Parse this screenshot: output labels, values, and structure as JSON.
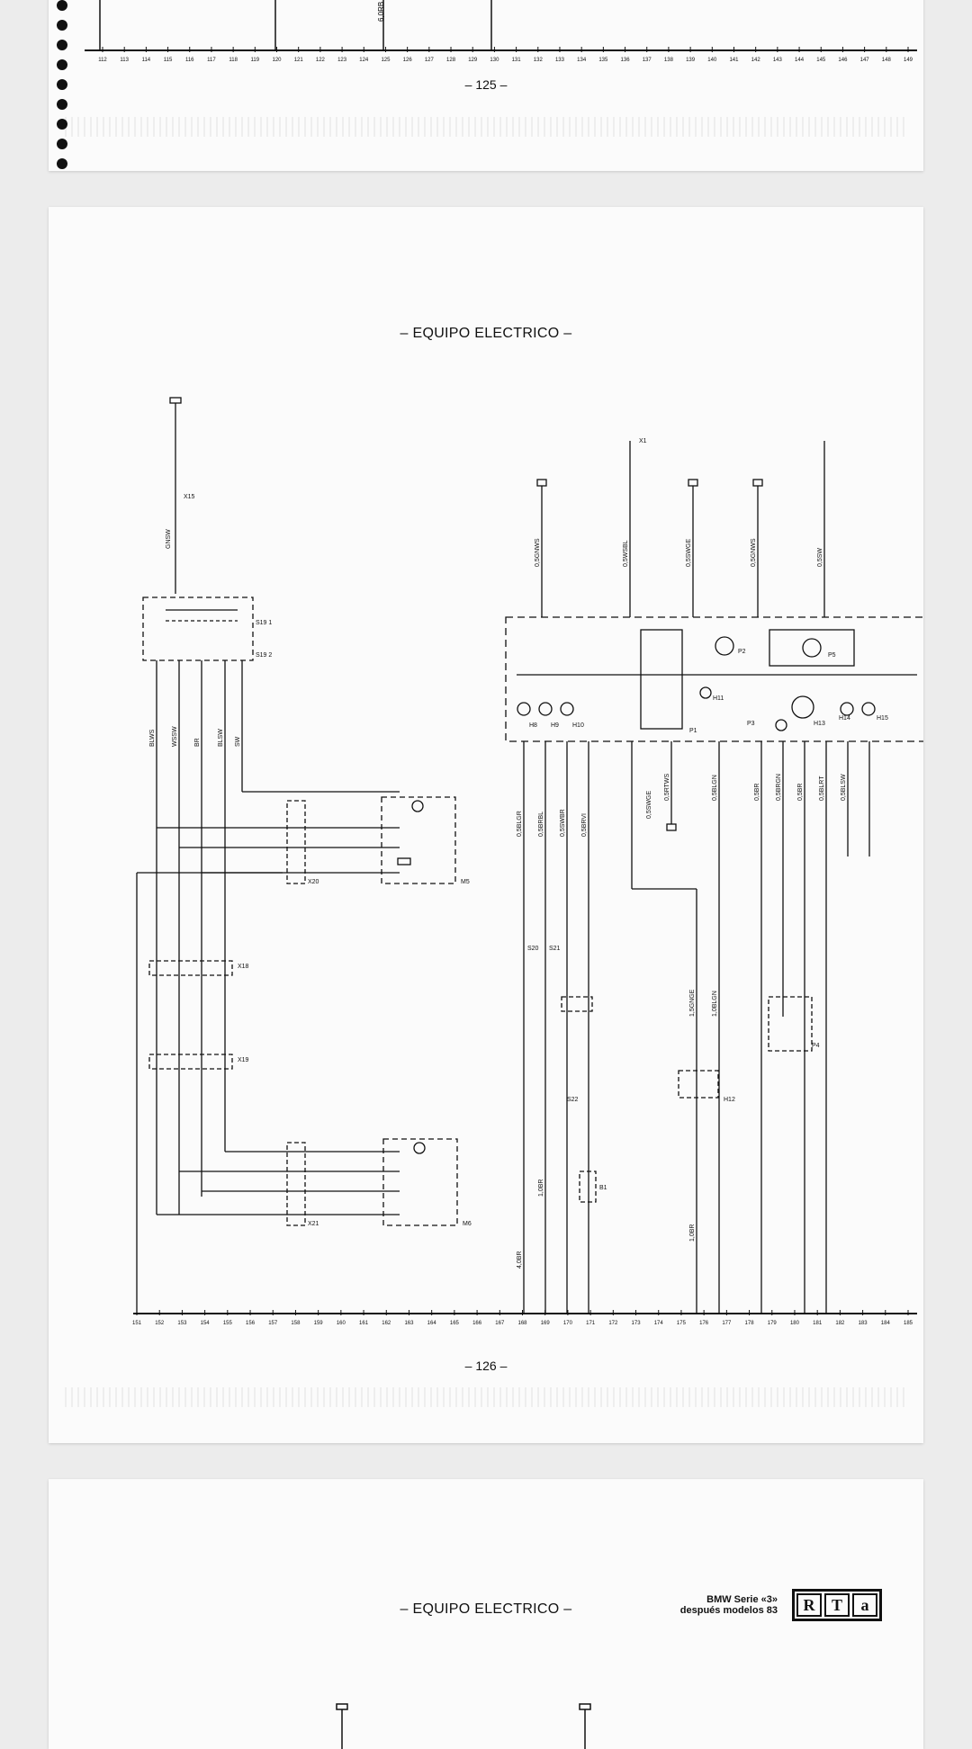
{
  "pages": [
    {
      "page_number": "– 125 –",
      "ruler_labels": [
        "112",
        "113",
        "114",
        "115",
        "116",
        "117",
        "118",
        "119",
        "120",
        "121",
        "122",
        "123",
        "124",
        "125",
        "126",
        "127",
        "128",
        "129",
        "130",
        "131",
        "132",
        "133",
        "134",
        "135",
        "136",
        "137",
        "138",
        "139",
        "140",
        "141",
        "142",
        "143",
        "144",
        "145",
        "146",
        "147",
        "148",
        "149"
      ],
      "wire_label": "6,0RB"
    },
    {
      "header": "– EQUIPO ELECTRICO –",
      "page_number": "– 126 –",
      "ruler_labels": [
        "151",
        "152",
        "153",
        "154",
        "155",
        "156",
        "157",
        "158",
        "159",
        "160",
        "161",
        "162",
        "163",
        "164",
        "165",
        "166",
        "167",
        "168",
        "169",
        "170",
        "171",
        "172",
        "173",
        "174",
        "175",
        "176",
        "177",
        "178",
        "179",
        "180",
        "181",
        "182",
        "183",
        "184",
        "185"
      ],
      "components": [
        "X15",
        "S19 1",
        "S19 2",
        "X20",
        "M5",
        "X18",
        "X19",
        "X21",
        "M6",
        "X1",
        "P2",
        "P5",
        "H11",
        "H8",
        "H9",
        "H10",
        "P1",
        "P3",
        "H13",
        "H14",
        "H15",
        "S20",
        "S21",
        "S22",
        "B1",
        "H12",
        "P4"
      ],
      "wire_labels": [
        "GNSW",
        "BLWS",
        "WSSW",
        "BR",
        "SW",
        "BLSW",
        "0,5GNWS",
        "0,5WSBL",
        "0,5SWGE",
        "0,5GNWS",
        "0,5SW",
        "0,5BLGR",
        "0,5BRBL",
        "0,5SWBR",
        "0,5BRVI",
        "0,5RTWS",
        "0,5BLGN",
        "0,5SWGE",
        "0,5BR",
        "0,5BRGN",
        "0,5BR",
        "0,5BLRT",
        "0,5BLSW",
        "1,5GNGE",
        "1,0BLGN",
        "1,0BR",
        "1,0BR",
        "4,0BR"
      ]
    },
    {
      "header": "– EQUIPO ELECTRICO –",
      "brand_line1": "BMW Serie «3»",
      "brand_line2": "después modelos 83",
      "logo_letters": [
        "R",
        "T",
        "a"
      ]
    }
  ]
}
